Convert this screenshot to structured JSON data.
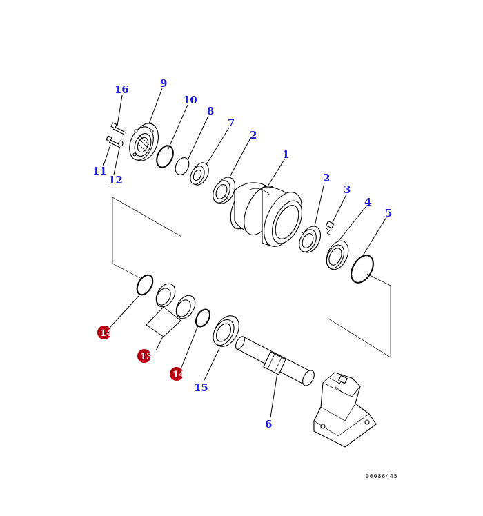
{
  "callouts": {
    "c1": "1",
    "c2a": "2",
    "c2b": "2",
    "c3": "3",
    "c4": "4",
    "c5": "5",
    "c6": "6",
    "c7": "7",
    "c8": "8",
    "c9": "9",
    "c10": "10",
    "c11": "11",
    "c12": "12",
    "c15": "15",
    "c16": "16",
    "c13": "13",
    "c14a": "14",
    "c14b": "14"
  },
  "drawing_code": "00086445",
  "colors": {
    "callout_text": "#1c1cd6",
    "marker_fill": "#b30012"
  }
}
